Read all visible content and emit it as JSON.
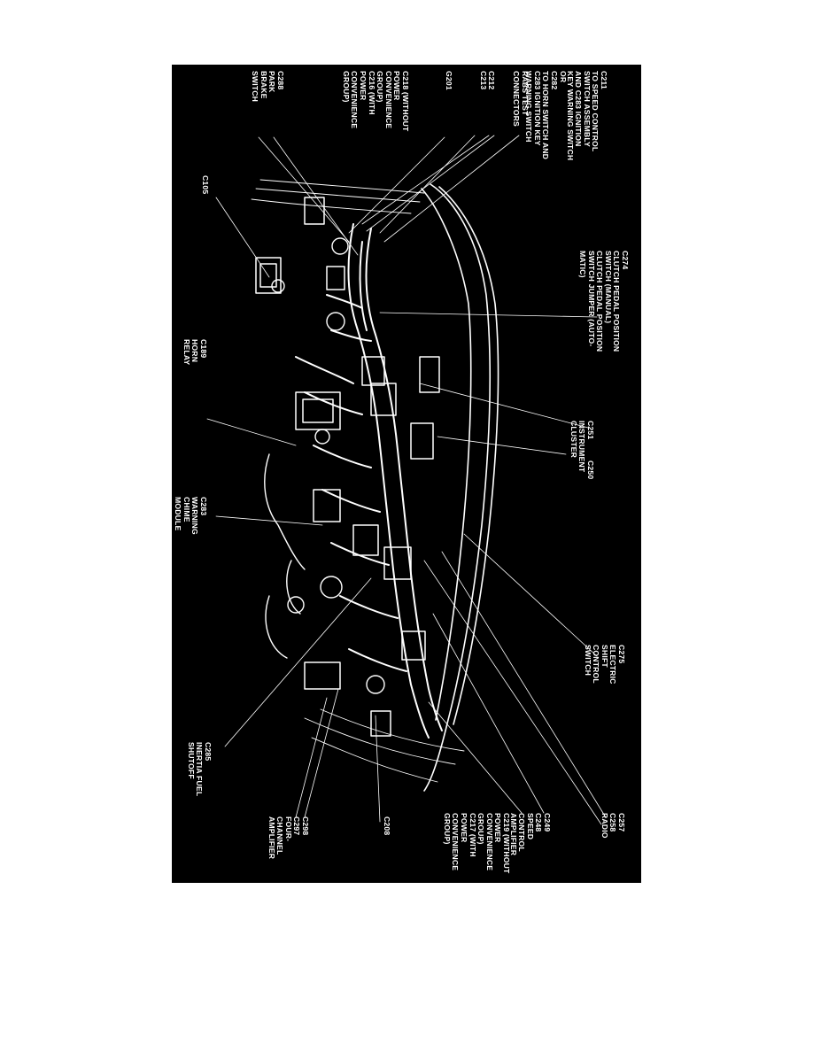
{
  "figure": {
    "background": "#000000",
    "line_color": "#ffffff"
  },
  "labels": {
    "c211": "C211\nTO SPEED CONTROL\nSWITCH ASSEMBLY\nAND C283 IGNITION\nKEY WARNING SWITCH",
    "or": "OR",
    "c282": "C282\nTO HORN SWITCH AND\nC283 IGNITION KEY\nWARNING SWITCH",
    "rabs": "RABS TEST\nCONNECTORS",
    "c212": "C212",
    "c213": "C213",
    "g201": "G201",
    "c218": "C218 (WITHOUT\nPOWER\nCONVENIENCE\nGROUP)\nC216 (WITH\nPOWER\nCONVENIENCE\nGROUP)",
    "c288": "C288\nPARK\nBRAKE\nSWITCH",
    "c105": "C105",
    "c274": "C274\nCLUTCH PEDAL POSITION\nSWITCH (MANUAL)\nCLUTCH PEDAL POSITION\nSWITCH JUMPER (AUTO-\nMATIC)",
    "c189": "C189\nHORN\nRELAY",
    "c251": "C251\nINSTRUMENT\nCLUSTER",
    "c250": "C250",
    "c283": "C283\nWARNING\nCHIME\nMODULE",
    "c275": "C275\nELECTRIC\nSHIFT\nCONTROL\nSWITCH",
    "c285": "C285\nINERTIA FUEL\nSHUTOFF",
    "c257": "C257\nC258\nRADIO",
    "c249": "C249\nC248\nSPEED\nCONTROL\nAMPLIFIER",
    "c219": "C219 (WITHOUT\nPOWER\nCONVENIENCE\nGROUP)\nC217 (WITH\nPOWER\nCONVENIENCE\nGROUP)",
    "c208": "C208",
    "c298": "C298\nC297\nFOUR-\nCHANNEL\nAMPLIFIER"
  }
}
